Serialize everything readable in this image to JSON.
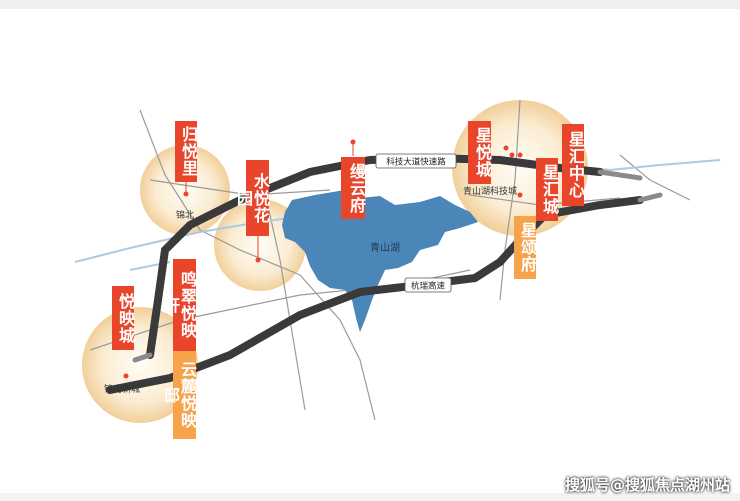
{
  "map": {
    "lake_label": "青山湖",
    "roads": {
      "tech_expressway": "科技大道快速路",
      "hangrui_highway": "杭瑞高速"
    },
    "districts": {
      "jinbei": "锦北",
      "jinnan": "锦南新城",
      "qingshanhu_tech": "青山湖科技城"
    },
    "projects": [
      {
        "id": "guiyueli",
        "label": "归悦里"
      },
      {
        "id": "shuiyue",
        "label": "水悦花园"
      },
      {
        "id": "miaoyun",
        "label": "缦云府"
      },
      {
        "id": "xingyue",
        "label": "星悦城"
      },
      {
        "id": "xinghui-center",
        "label": "星汇中心"
      },
      {
        "id": "xinghui-city",
        "label": "星汇城"
      },
      {
        "id": "xingsong",
        "label": "星颂府"
      },
      {
        "id": "mingcui",
        "label": "鸣翠悦映轩"
      },
      {
        "id": "yuelu",
        "label": "云麓悦映邸"
      },
      {
        "id": "yueying",
        "label": "悦映城"
      }
    ],
    "colors": {
      "lake": "#4a86b8",
      "road_dark": "#3a3a3a",
      "tag_red": "#e8452b",
      "tag_orange": "#f6a34c"
    }
  },
  "watermark": "搜狐号@搜狐焦点湖州站"
}
